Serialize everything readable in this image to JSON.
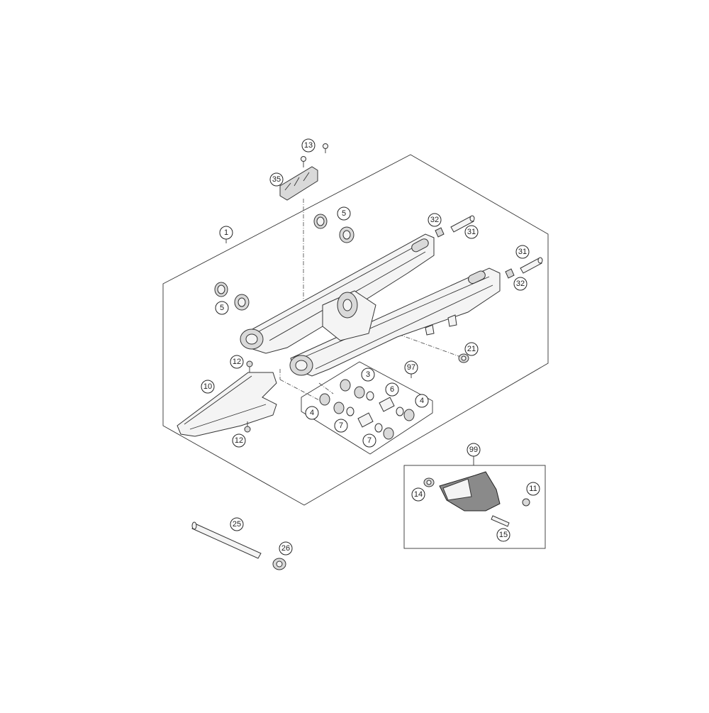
{
  "diagram": {
    "callouts": {
      "c1": "1",
      "c3": "3",
      "c4a": "4",
      "c4b": "4",
      "c5a": "5",
      "c5b": "5",
      "c6": "6",
      "c7a": "7",
      "c7b": "7",
      "c10": "10",
      "c11": "11",
      "c12a": "12",
      "c12b": "12",
      "c13": "13",
      "c14": "14",
      "c15": "15",
      "c21": "21",
      "c25": "25",
      "c26": "26",
      "c31a": "31",
      "c31b": "31",
      "c32a": "32",
      "c32b": "32",
      "c35": "35",
      "c97": "97",
      "c99": "99"
    }
  }
}
